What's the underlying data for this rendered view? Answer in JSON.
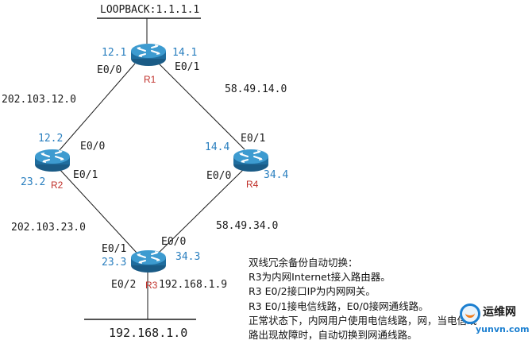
{
  "loopback_label": "LOOPBACK:1.1.1.1",
  "routers": {
    "r1": {
      "name": "R1"
    },
    "r2": {
      "name": "R2"
    },
    "r3": {
      "name": "R3"
    },
    "r4": {
      "name": "R4"
    }
  },
  "interfaces": {
    "r1_ip_left": "12.1",
    "r1_ip_right": "14.1",
    "r1_e00": "E0/0",
    "r1_e01": "E0/1",
    "r2_ip_top": "12.2",
    "r2_e00": "E0/0",
    "r2_e01": "E0/1",
    "r2_ip_bottom": "23.2",
    "r4_ip_top": "14.4",
    "r4_e01": "E0/1",
    "r4_e00": "E0/0",
    "r4_ip_bottom": "34.4",
    "r3_e01": "E0/1",
    "r3_e00": "E0/0",
    "r3_ip_left": "23.3",
    "r3_ip_right": "34.3",
    "r3_e02": "E0/2"
  },
  "networks": {
    "net_12": "202.103.12.0",
    "net_14": "58.49.14.0",
    "net_23": "202.103.23.0",
    "net_34": "58.49.34.0",
    "lan_gw": "192.168.1.9",
    "lan": "192.168.1.0"
  },
  "notes": [
    "双线冗余备份自动切换：",
    "R3为内网Internet接入路由器。",
    "R3 E0/2接口IP为内网网关。",
    "R3 E0/1接电信线路，E0/0接网通线路。",
    "正常状态下，内网用户使用电信线路，网，当电信线",
    "路出现故障时，自动切换到网通线路。"
  ],
  "watermark": {
    "title": "运维网",
    "url": "yunvn.com"
  },
  "colors": {
    "line": "#1a1a1a",
    "ip_blue": "#2a7fbf",
    "router_name_red": "#c0302a",
    "router_body": "#1f6d9e",
    "router_top": "#3d9bd0"
  }
}
